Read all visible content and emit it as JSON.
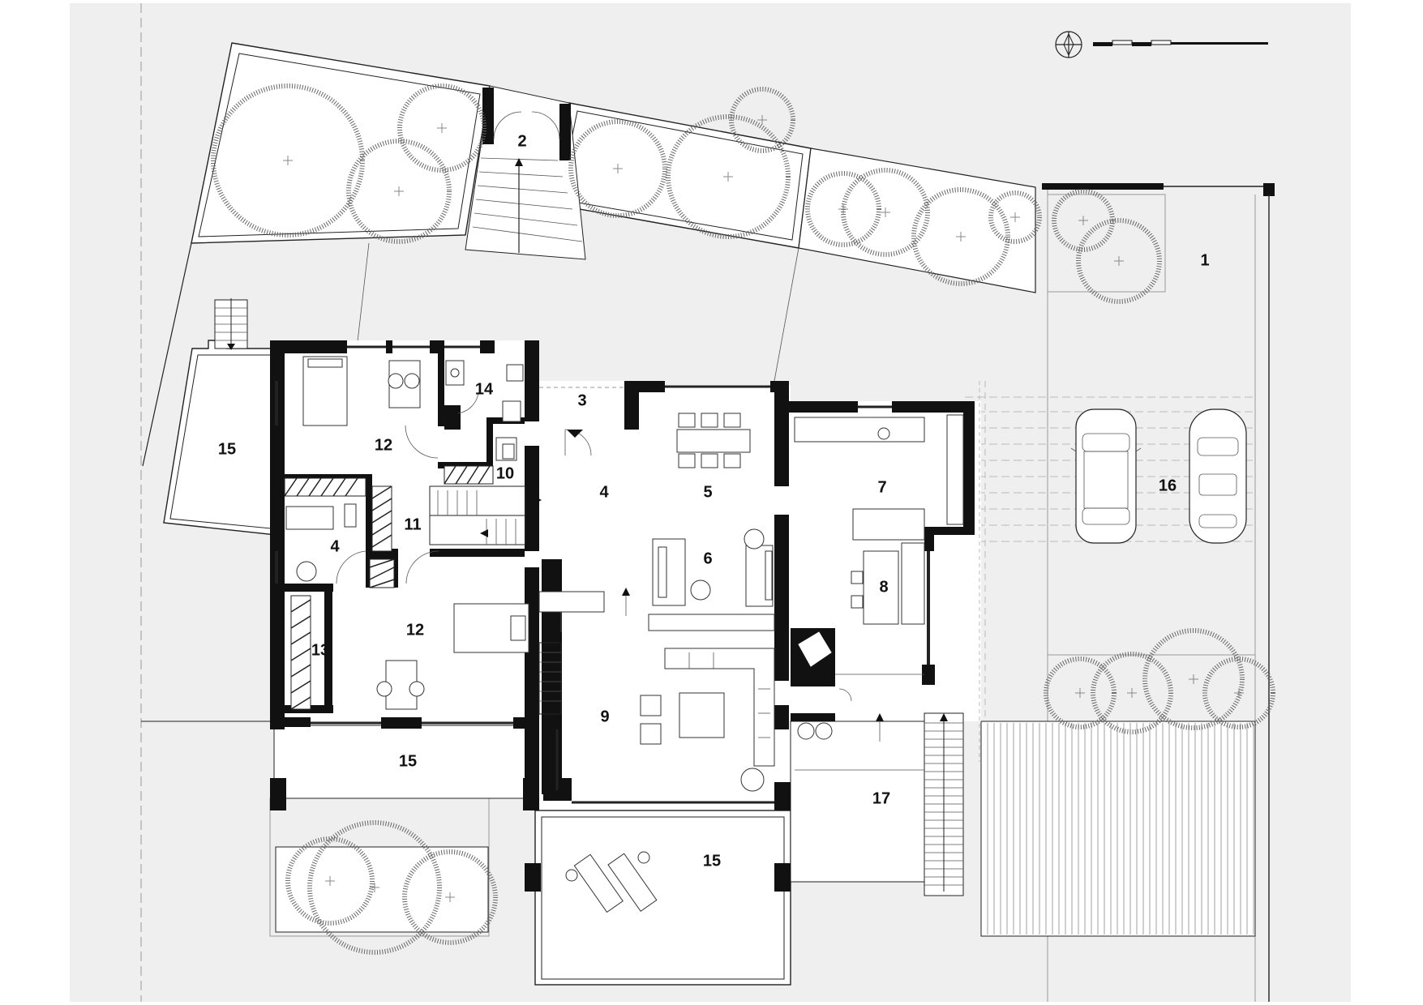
{
  "plan": {
    "rooms": [
      {
        "id": "r1",
        "label": "1"
      },
      {
        "id": "r2",
        "label": "2"
      },
      {
        "id": "r3",
        "label": "3"
      },
      {
        "id": "r4a",
        "label": "4"
      },
      {
        "id": "r4b",
        "label": "4"
      },
      {
        "id": "r5",
        "label": "5"
      },
      {
        "id": "r6",
        "label": "6"
      },
      {
        "id": "r7",
        "label": "7"
      },
      {
        "id": "r8",
        "label": "8"
      },
      {
        "id": "r9",
        "label": "9"
      },
      {
        "id": "r10",
        "label": "10"
      },
      {
        "id": "r11",
        "label": "11"
      },
      {
        "id": "r12a",
        "label": "12"
      },
      {
        "id": "r12b",
        "label": "12"
      },
      {
        "id": "r13",
        "label": "13"
      },
      {
        "id": "r14",
        "label": "14"
      },
      {
        "id": "r15a",
        "label": "15"
      },
      {
        "id": "r15b",
        "label": "15"
      },
      {
        "id": "r15c",
        "label": "15"
      },
      {
        "id": "r16",
        "label": "16"
      },
      {
        "id": "r17",
        "label": "17"
      }
    ],
    "icons": {
      "north_arrow": "north-arrow-icon",
      "scale_bar": "scale-bar-icon",
      "tree": "tree-icon",
      "car": "car-icon",
      "stair": "stair-icon"
    },
    "colors": {
      "sheet_background": "#efefef",
      "walls": "#111111",
      "paper": "#ffffff"
    }
  }
}
